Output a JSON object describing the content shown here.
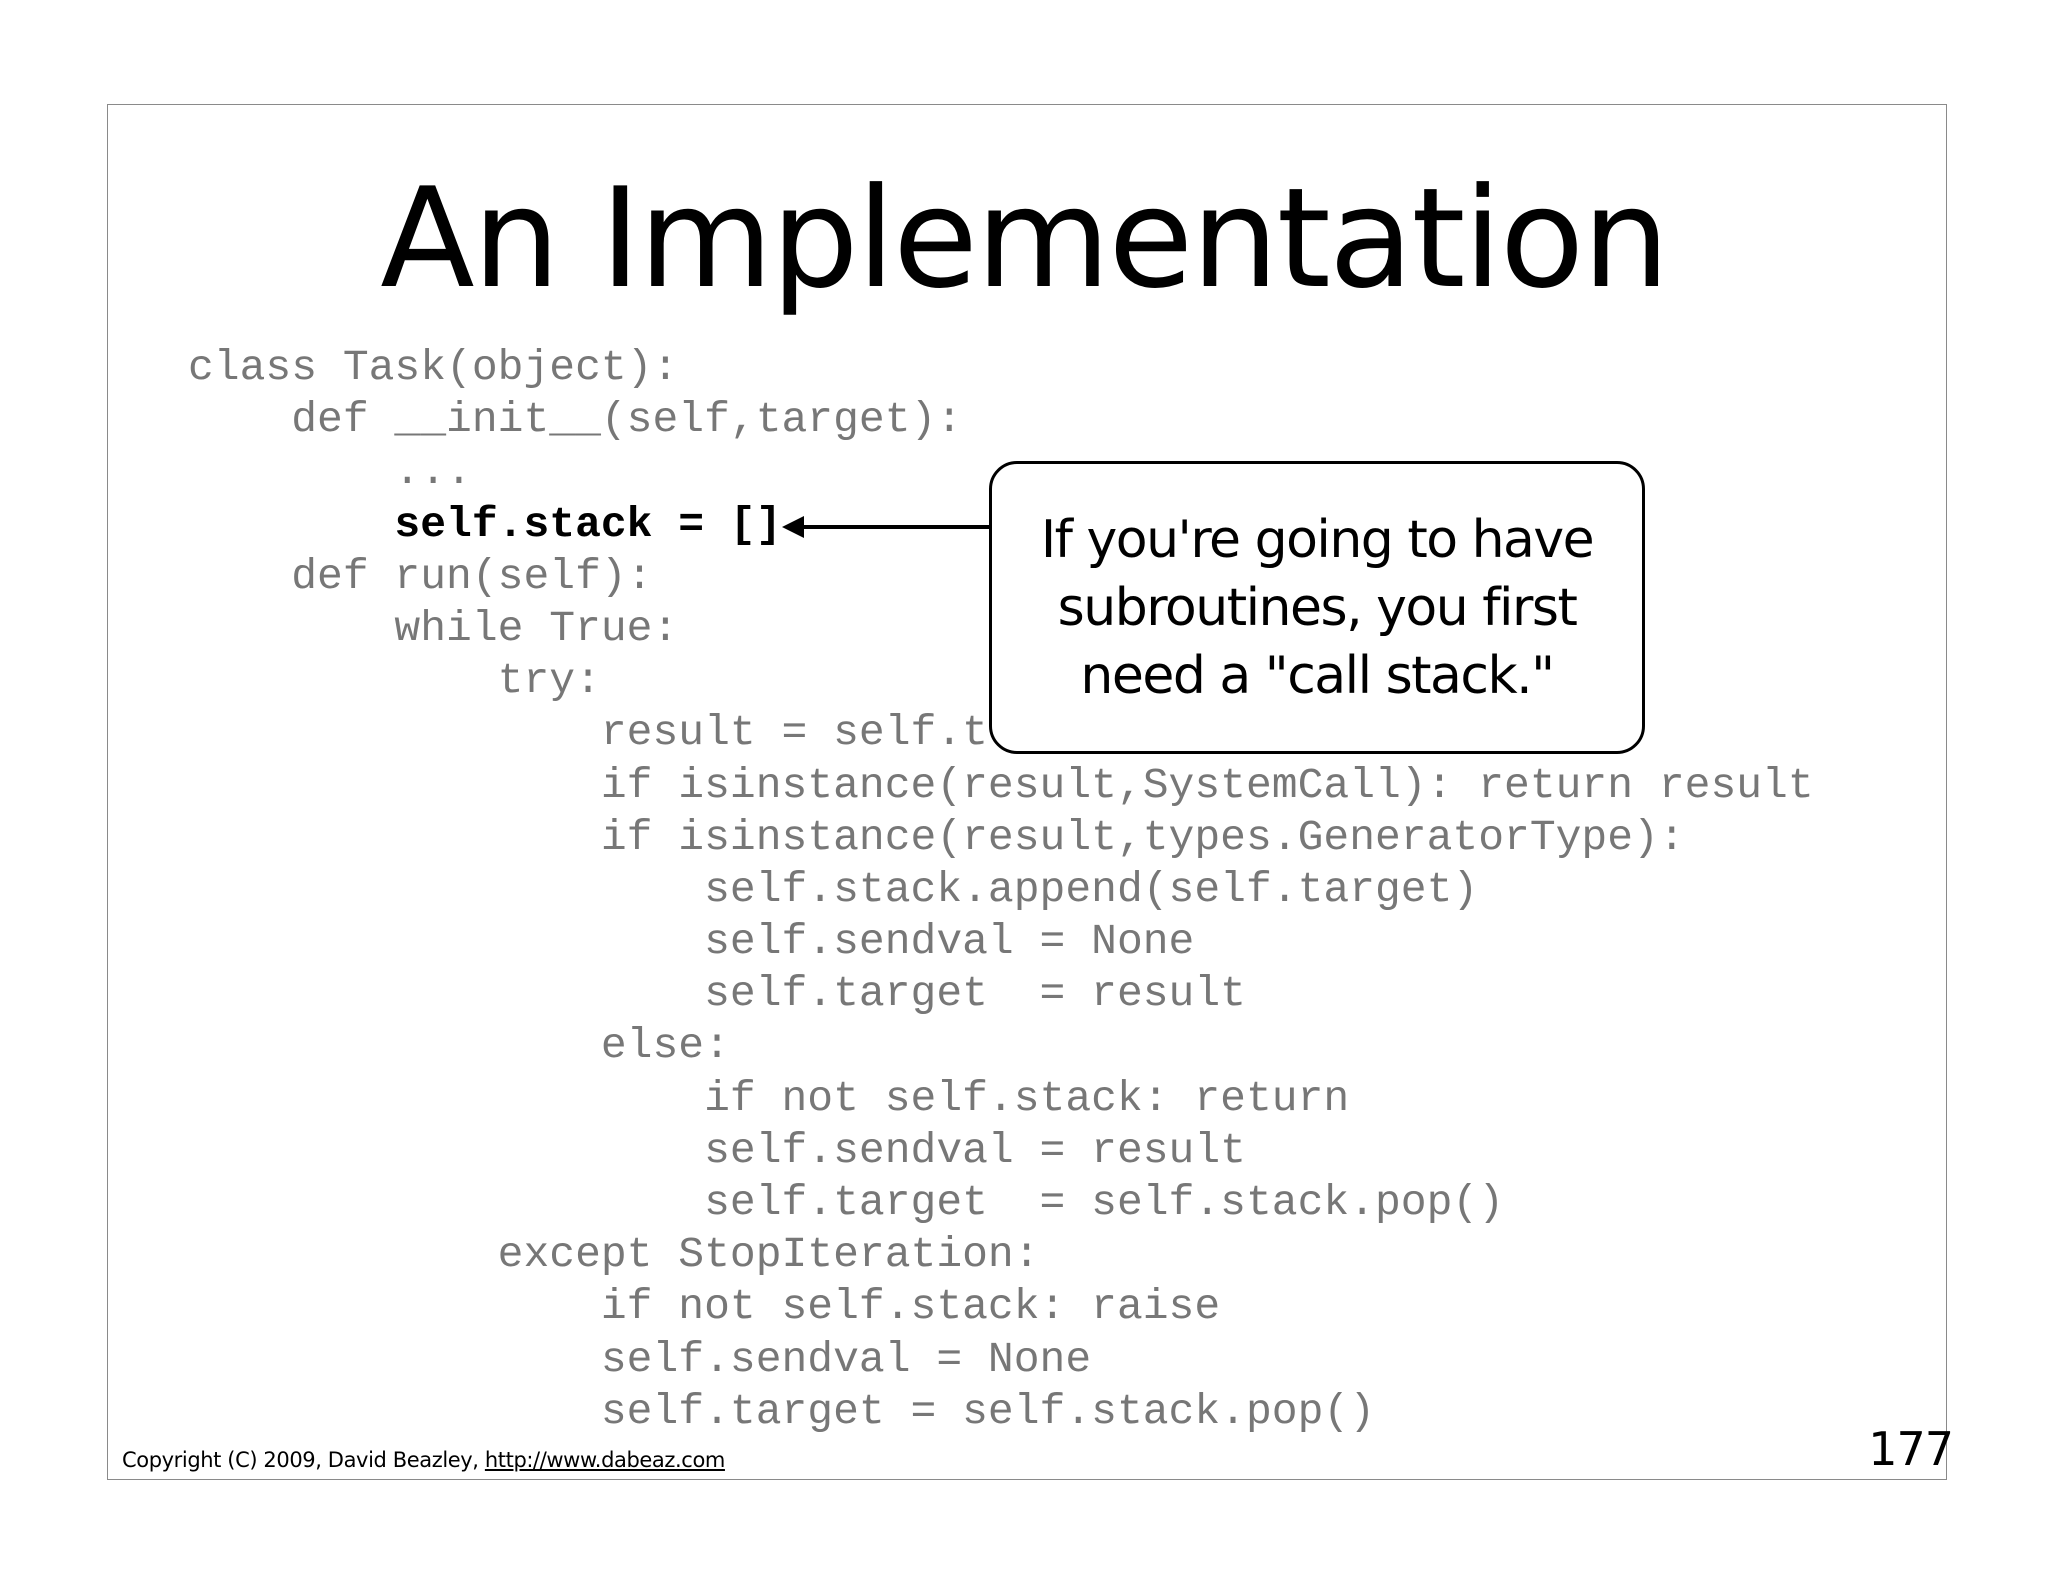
{
  "slide": {
    "title": "An Implementation",
    "code_lines": [
      {
        "text": "class Task(object):",
        "highlight": false
      },
      {
        "text": "    def __init__(self,target):",
        "highlight": false
      },
      {
        "text": "        ...",
        "highlight": false
      },
      {
        "text": "        self.stack = []",
        "highlight": true
      },
      {
        "text": "    def run(self):",
        "highlight": false
      },
      {
        "text": "        while True:",
        "highlight": false
      },
      {
        "text": "            try:",
        "highlight": false
      },
      {
        "text": "                result = self.t",
        "highlight": false
      },
      {
        "text": "                if isinstance(result,SystemCall): return result",
        "highlight": false
      },
      {
        "text": "                if isinstance(result,types.GeneratorType):",
        "highlight": false
      },
      {
        "text": "                    self.stack.append(self.target)",
        "highlight": false
      },
      {
        "text": "                    self.sendval = None",
        "highlight": false
      },
      {
        "text": "                    self.target  = result",
        "highlight": false
      },
      {
        "text": "                else:",
        "highlight": false
      },
      {
        "text": "                    if not self.stack: return",
        "highlight": false
      },
      {
        "text": "                    self.sendval = result",
        "highlight": false
      },
      {
        "text": "                    self.target  = self.stack.pop()",
        "highlight": false
      },
      {
        "text": "            except StopIteration:",
        "highlight": false
      },
      {
        "text": "                if not self.stack: raise",
        "highlight": false
      },
      {
        "text": "                self.sendval = None",
        "highlight": false
      },
      {
        "text": "                self.target = self.stack.pop()",
        "highlight": false
      }
    ],
    "callout": "If you're going to have\nsubroutines, you first\nneed a \"call stack.\"",
    "footer": {
      "copyright": "Copyright (C) 2009,  David Beazley, ",
      "link": "http://www.dabeaz.com"
    },
    "page_number": "177"
  },
  "colors": {
    "code_text": "#777777",
    "highlight_text": "#000000",
    "border": "#8a8a8a"
  }
}
